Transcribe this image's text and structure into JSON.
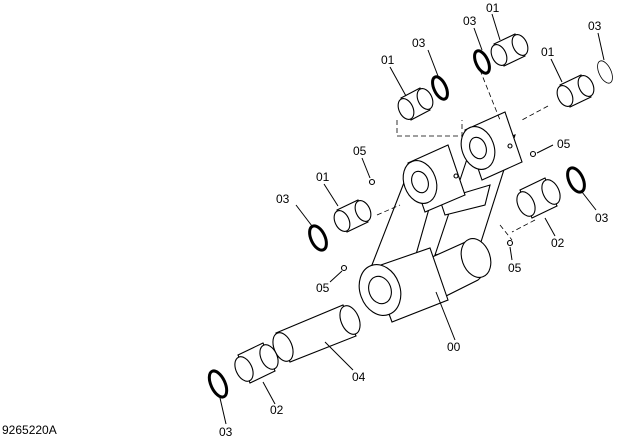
{
  "drawing_code": "9265220A",
  "callouts": {
    "p00": "00",
    "p01": "01",
    "p02": "02",
    "p03": "03",
    "p04": "04",
    "p05": "05"
  }
}
